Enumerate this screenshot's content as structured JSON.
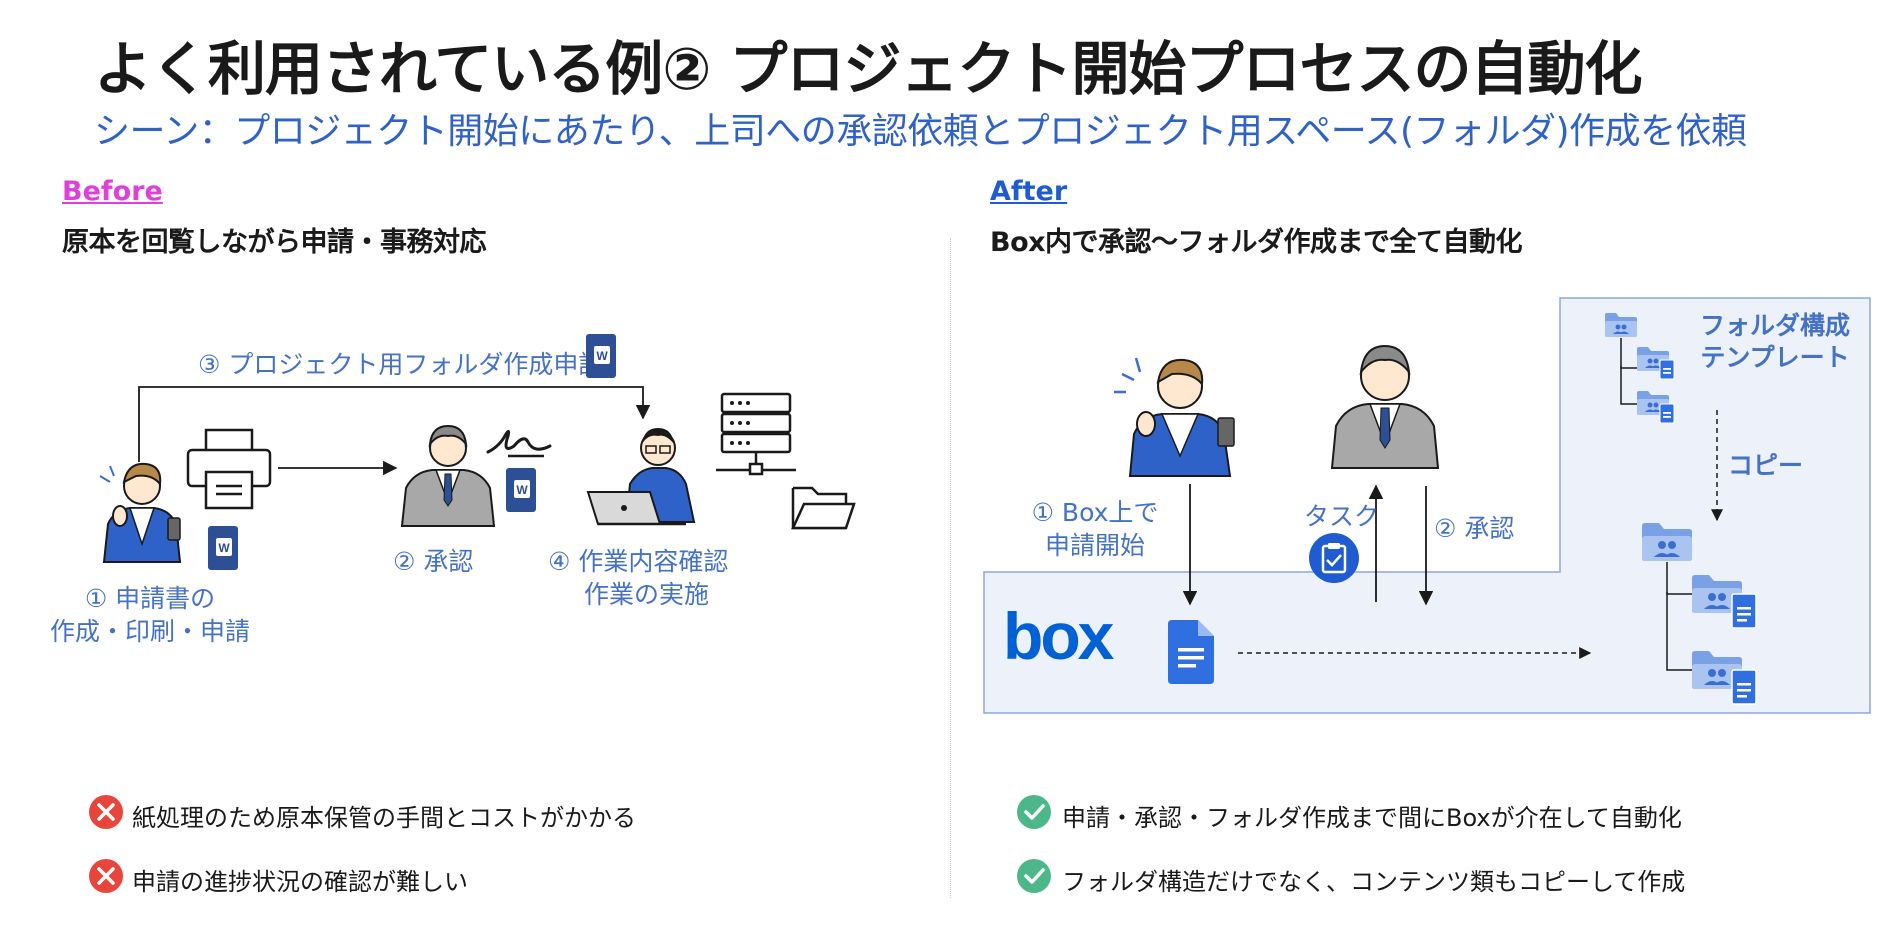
{
  "title": "よく利用されている例② プロジェクト開始プロセスの自動化",
  "subtitle": "シーン：プロジェクト開始にあたり、上司への承認依頼とプロジェクト用スペース(フォルダ)作成を依頼",
  "before": {
    "label": "Before",
    "heading": "原本を回覧しながら申請・事務対応",
    "step3": "③ プロジェクト用フォルダ作成申請",
    "step1_line1": "① 申請書の",
    "step1_line2": "作成・印刷・申請",
    "step2": "② 承認",
    "step4_line1": "④ 作業内容確認",
    "step4_line2": "作業の実施",
    "issues": [
      "紙処理のため原本保管の手間とコストがかかる",
      "申請の進捗状況の確認が難しい"
    ]
  },
  "after": {
    "label": "After",
    "heading": "Box内で承認〜フォルダ作成まで全て自動化",
    "template_line1": "フォルダ構成",
    "template_line2": "テンプレート",
    "copy": "コピー",
    "step1_line1": "① Box上で",
    "step1_line2": "申請開始",
    "task": "タスク",
    "step2": "② 承認",
    "box_logo": "box",
    "benefits": [
      "申請・承認・フォルダ作成まで間にBoxが介在して自動化",
      "フォルダ構造だけでなく、コンテンツ類もコピーして作成"
    ]
  },
  "colors": {
    "before_label": "#e040d9",
    "after_label": "#1f5bd1",
    "accent_blue": "#4472c4",
    "box_blue": "#0061d5",
    "panel_bg": "#ecf1fa",
    "cross_red": "#e8453c",
    "check_green": "#4cb88a"
  },
  "icons": [
    "word-doc-icon",
    "printer-icon",
    "server-icon",
    "folder-icon",
    "signature-icon",
    "laptop-icon",
    "google-doc-icon",
    "shared-folder-icon",
    "task-clipboard-icon",
    "cross-icon",
    "check-icon"
  ]
}
